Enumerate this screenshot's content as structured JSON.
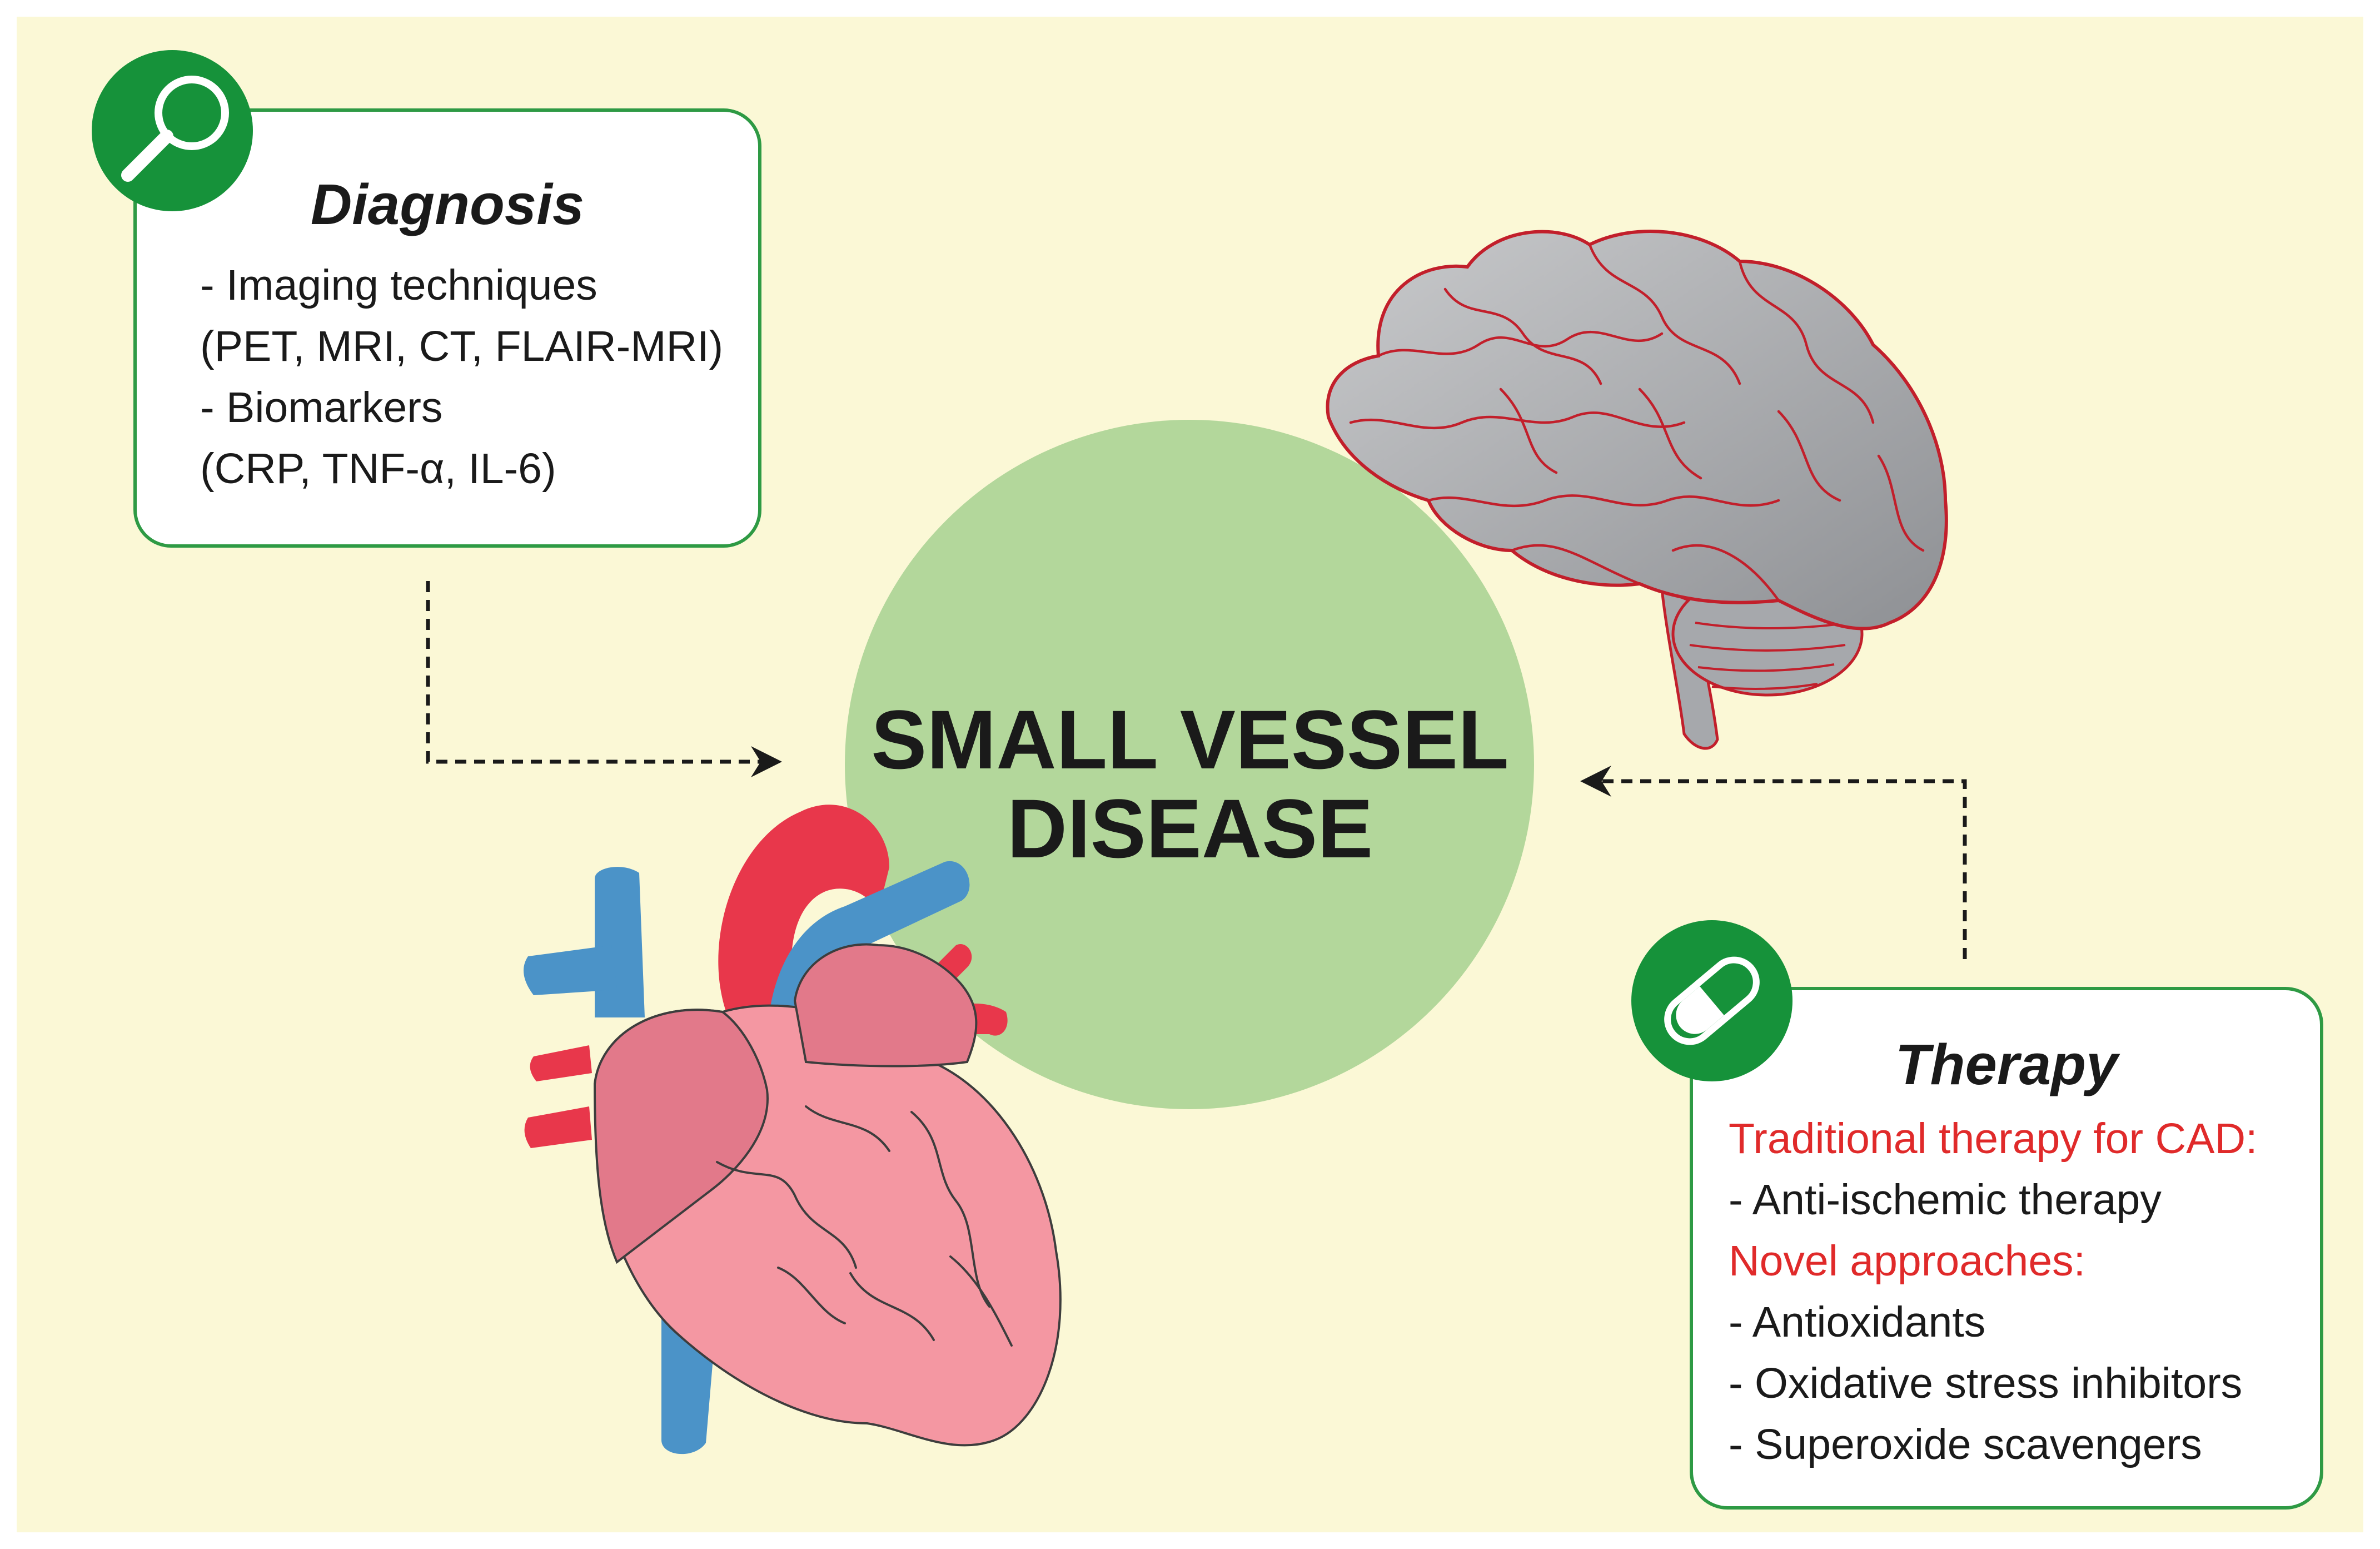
{
  "colors": {
    "background": "#fbf8d6",
    "card_border": "#2e9a44",
    "badge_green": "#16923a",
    "center_circle": "#b3d79b",
    "heart_body": "#f497a2",
    "heart_atrium": "#e2798a",
    "artery_red": "#e8374b",
    "vein_blue": "#4b93c8",
    "brain_gray": "#a6a8ac",
    "brain_outline": "#c21f2b",
    "highlight_red": "#e02a2a"
  },
  "center": {
    "line1": "SMALL VESSEL",
    "line2": "DISEASE"
  },
  "diagnosis": {
    "icon": "magnifier-icon",
    "title": "Diagnosis",
    "lines": [
      "- Imaging techniques",
      "(PET, MRI, CT, FLAIR-MRI)",
      "- Biomarkers",
      "(CRP, TNF-α, IL-6)"
    ]
  },
  "therapy": {
    "icon": "pill-icon",
    "title": "Therapy",
    "traditional_heading": "Traditional therapy for CAD:",
    "traditional_items": [
      "- Anti-ischemic therapy"
    ],
    "novel_heading": "Novel approaches:",
    "novel_items": [
      "- Antioxidants",
      "- Oxidative stress inhibitors",
      "- Superoxide scavengers"
    ]
  },
  "illustrations": {
    "heart": "heart-icon",
    "brain": "brain-icon"
  }
}
